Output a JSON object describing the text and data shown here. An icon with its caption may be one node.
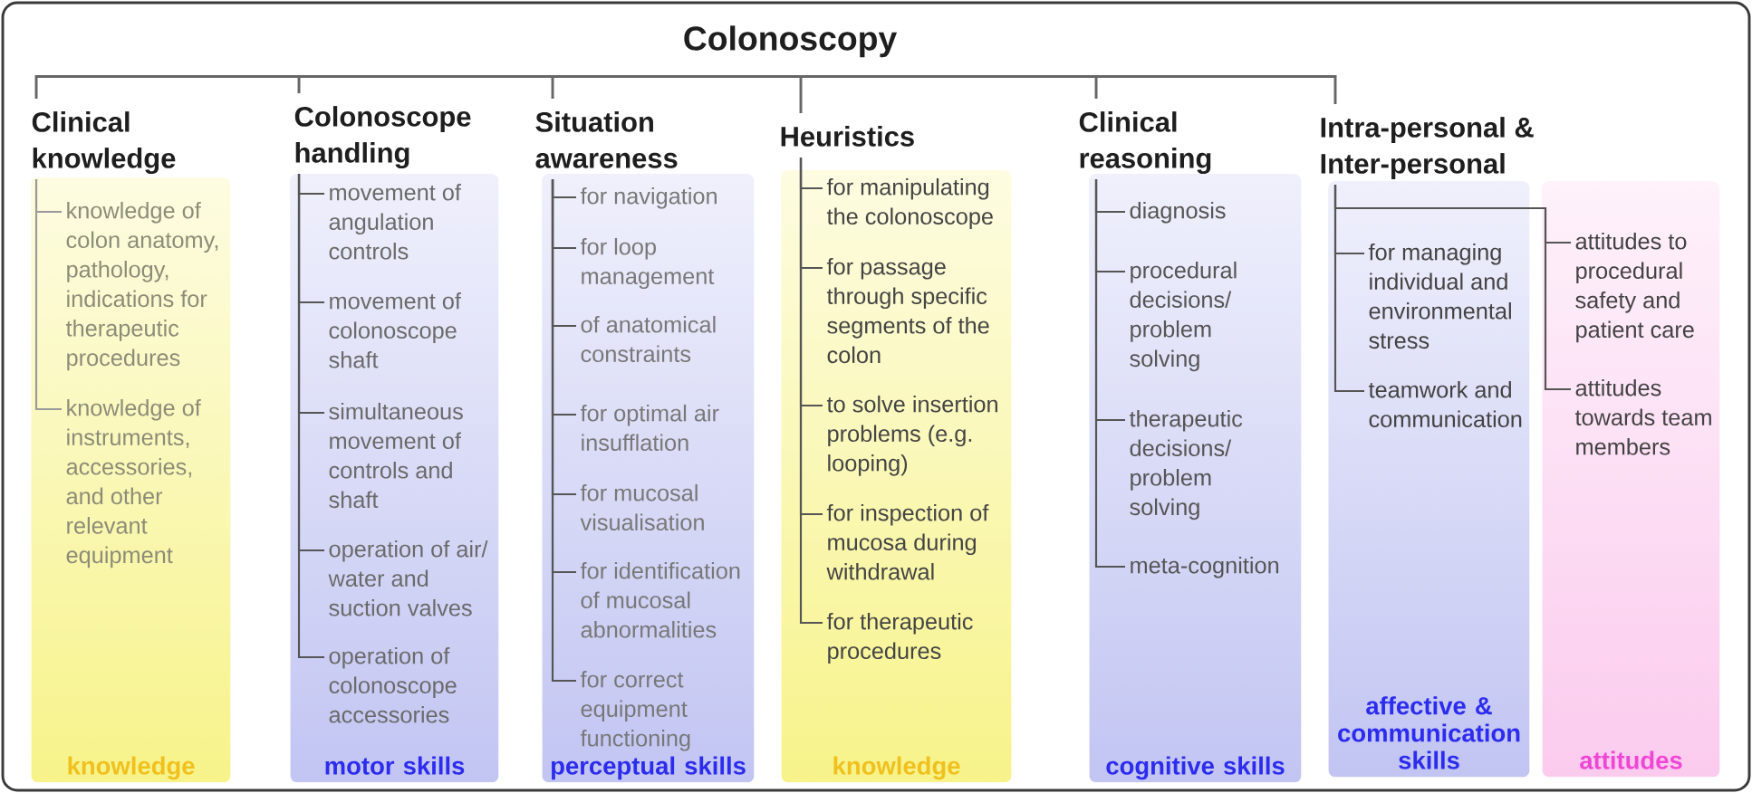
{
  "diagram": {
    "nodes": [
      {
        "text": [
          "Colonoscopy"
        ]
      },
      {
        "text": [
          "Clinical knowledge"
        ]
      },
      {
        "text": [
          "knowledge"
        ]
      },
      {
        "text": [
          "knowledge of colon anatomy, pathology, indications for therapeutic procedures"
        ],
        "in": 2
      },
      {
        "text": [
          "knowledge of instruments, accessories, and other relevant equipment"
        ],
        "in": 2
      },
      {
        "text": [
          "Colonoscope handling"
        ]
      },
      {
        "text": [
          "motor skills"
        ]
      },
      {
        "text": [
          "movement of angulation controls"
        ],
        "in": 6
      },
      {
        "text": [
          "movement of colonoscope shaft"
        ],
        "in": 6
      },
      {
        "text": [
          "simultaneous movement of controls and shaft"
        ],
        "in": 6
      },
      {
        "text": [
          "operation of air/ water and suction valves"
        ],
        "in": 6
      },
      {
        "text": [
          "operation of colonoscope accessories"
        ],
        "in": 6
      },
      {
        "text": [
          "Situation awareness"
        ]
      },
      {
        "text": [
          "perceptual skills"
        ]
      },
      {
        "text": [
          "for navigation"
        ],
        "in": 13
      },
      {
        "text": [
          "for loop management"
        ],
        "in": 13
      },
      {
        "text": [
          "of anatomical constraints"
        ],
        "in": 13
      },
      {
        "text": [
          "for optimal air insufflation"
        ],
        "in": 13
      },
      {
        "text": [
          "for mucosal visualisation"
        ],
        "in": 13
      },
      {
        "text": [
          "for identification of mucosal abnormalities"
        ],
        "in": 13
      },
      {
        "text": [
          "for correct equipment functioning"
        ],
        "in": 13
      },
      {
        "text": [
          "Heuristics"
        ]
      },
      {
        "text": [
          "knowledge"
        ]
      },
      {
        "text": [
          "for manipulating the colonoscope"
        ],
        "in": 22
      },
      {
        "text": [
          "for passage through specific segments of the colon"
        ],
        "in": 22
      },
      {
        "text": [
          "to solve insertion problems (e.g. looping)"
        ],
        "in": 22
      },
      {
        "text": [
          "for inspection of mucosa during withdrawal"
        ],
        "in": 22
      },
      {
        "text": [
          "for therapeutic procedures"
        ],
        "in": 22
      },
      {
        "text": [
          "Clinical reasoning"
        ]
      },
      {
        "text": [
          "cognitive skills"
        ]
      },
      {
        "text": [
          "diagnosis"
        ],
        "in": 29
      },
      {
        "text": [
          "procedural decisions/ problem solving"
        ],
        "in": 29
      },
      {
        "text": [
          "therapeutic decisions/ problem solving"
        ],
        "in": 29
      },
      {
        "text": [
          "meta-cognition"
        ],
        "in": 29
      },
      {
        "text": [
          "Intra-personal & Inter-personal"
        ]
      },
      {
        "text": [
          "affective & communication skills"
        ]
      },
      {
        "text": [
          "for managing individual and environmental stress"
        ],
        "in": 35
      },
      {
        "text": [
          "teamwork and communication"
        ],
        "in": 35
      },
      {
        "text": [
          "attitudes"
        ]
      },
      {
        "text": [
          "attitudes to procedural safety and patient care"
        ],
        "in": 38
      },
      {
        "text": [
          "attitudes towards team members"
        ],
        "in": 38
      }
    ],
    "edges": [
      {
        "from": 0,
        "to": 1,
        "arrow": "none"
      },
      {
        "from": 0,
        "to": 5,
        "arrow": "none"
      },
      {
        "from": 0,
        "to": 12,
        "arrow": "none"
      },
      {
        "from": 0,
        "to": 21,
        "arrow": "none"
      },
      {
        "from": 0,
        "to": 28,
        "arrow": "none"
      },
      {
        "from": 0,
        "to": 34,
        "arrow": "none"
      },
      {
        "from": 1,
        "to": 3,
        "arrow": "none",
        "color": "#9a9a9a"
      },
      {
        "from": 1,
        "to": 4,
        "arrow": "none",
        "color": "#9a9a9a"
      },
      {
        "from": 5,
        "to": 7,
        "arrow": "none"
      },
      {
        "from": 5,
        "to": 8,
        "arrow": "none"
      },
      {
        "from": 5,
        "to": 9,
        "arrow": "none"
      },
      {
        "from": 5,
        "to": 10,
        "arrow": "none"
      },
      {
        "from": 5,
        "to": 11,
        "arrow": "none"
      },
      {
        "from": 12,
        "to": 14,
        "arrow": "none"
      },
      {
        "from": 12,
        "to": 15,
        "arrow": "none"
      },
      {
        "from": 12,
        "to": 16,
        "arrow": "none"
      },
      {
        "from": 12,
        "to": 17,
        "arrow": "none"
      },
      {
        "from": 12,
        "to": 18,
        "arrow": "none"
      },
      {
        "from": 12,
        "to": 19,
        "arrow": "none"
      },
      {
        "from": 12,
        "to": 20,
        "arrow": "none"
      },
      {
        "from": 21,
        "to": 23,
        "arrow": "none"
      },
      {
        "from": 21,
        "to": 24,
        "arrow": "none"
      },
      {
        "from": 21,
        "to": 25,
        "arrow": "none"
      },
      {
        "from": 21,
        "to": 26,
        "arrow": "none"
      },
      {
        "from": 21,
        "to": 27,
        "arrow": "none"
      },
      {
        "from": 28,
        "to": 30,
        "arrow": "none"
      },
      {
        "from": 28,
        "to": 31,
        "arrow": "none"
      },
      {
        "from": 28,
        "to": 32,
        "arrow": "none"
      },
      {
        "from": 28,
        "to": 33,
        "arrow": "none"
      },
      {
        "from": 34,
        "to": 36,
        "arrow": "none"
      },
      {
        "from": 34,
        "to": 37,
        "arrow": "none"
      },
      {
        "from": 34,
        "to": 39,
        "arrow": "none"
      },
      {
        "from": 34,
        "to": 40,
        "arrow": "none"
      }
    ]
  }
}
